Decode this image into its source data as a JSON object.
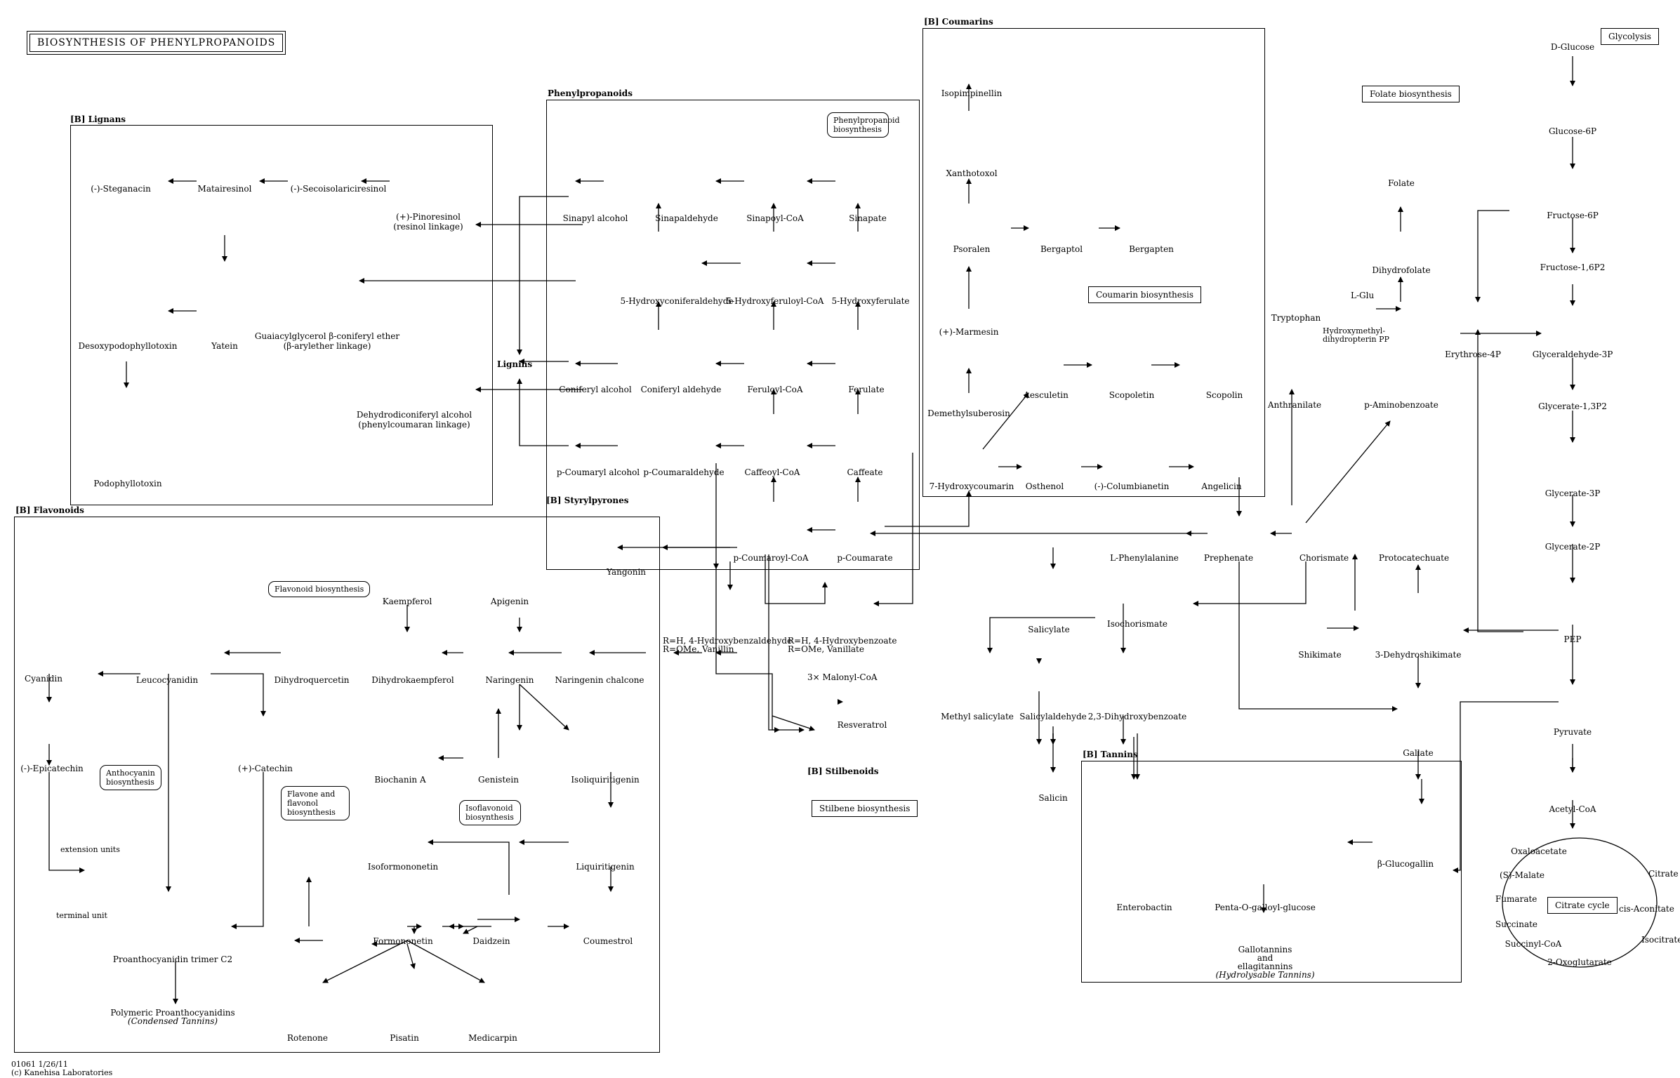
{
  "title": "BIOSYNTHESIS OF PHENYLPROPANOIDS",
  "footer": {
    "id": "01061 1/26/11",
    "credit": "(c) Kanehisa Laboratories"
  },
  "sections": {
    "lignans": "[B] Lignans",
    "phenylpropanoids": "Phenylpropanoids",
    "coumarins": "[B] Coumarins",
    "styrylpyrones": "[B] Styrylpyrones",
    "flavonoids": "[B] Flavonoids",
    "stilbenoids": "[B] Stilbenoids",
    "tannins": "[B] Tannins"
  },
  "maps": {
    "glycolysis": "Glycolysis",
    "folate": "Folate biosynthesis",
    "coumarin": "Coumarin biosynthesis",
    "phenylpropanoid": "Phenylpropanoid biosynthesis",
    "flavonoid": "Flavonoid biosynthesis",
    "anthocyanin": "Anthocyanin biosynthesis",
    "flavone": "Flavone and flavonol biosynthesis",
    "isoflavonoid": "Isoflavonoid biosynthesis",
    "stilbene": "Stilbene biosynthesis",
    "citrate": "Citrate cycle"
  },
  "compounds": {
    "steganacin": "(-)-Steganacin",
    "matairesinol": "Matairesinol",
    "secoisolariciresinol": "(-)-Secoisolariciresinol",
    "pinoresinol": "(+)-Pinoresinol",
    "pinoresinol_note": "(resinol linkage)",
    "desoxypodophyllotoxin": "Desoxypodophyllotoxin",
    "yatein": "Yatein",
    "guaiacylglycerol": "Guaiacylglycerol β-coniferyl ether",
    "guaiacylglycerol_note": "(β-arylether linkage)",
    "dehydrodiconiferyl": "Dehydrodiconiferyl alcohol",
    "dehydrodiconiferyl_note": "(phenylcoumaran linkage)",
    "podophyllotoxin": "Podophyllotoxin",
    "sinapyl_alcohol": "Sinapyl alcohol",
    "sinapaldehyde": "Sinapaldehyde",
    "sinapoyl_coa": "Sinapoyl-CoA",
    "sinapate": "Sinapate",
    "hydroxyconiferaldehyde": "5-Hydroxyconiferaldehyde",
    "hydroxyferuloyl_coa": "5-Hydroxyferuloyl-CoA",
    "hydroxyferulate": "5-Hydroxyferulate",
    "lignins": "Lignins",
    "coniferyl_alcohol": "Coniferyl alcohol",
    "coniferyl_aldehyde": "Coniferyl aldehyde",
    "feruloyl_coa": "Feruloyl-CoA",
    "ferulate": "Ferulate",
    "p_coumaryl_alcohol": "p-Coumaryl alcohol",
    "p_coumaraldehyde": "p-Coumaraldehyde",
    "caffeoyl_coa": "Caffeoyl-CoA",
    "caffeate": "Caffeate",
    "yangonin": "Yangonin",
    "p_coumaroyl_coa": "p-Coumaroyl-CoA",
    "p_coumarate": "p-Coumarate",
    "isopimpinellin": "Isopimpinellin",
    "xanthotoxol": "Xanthotoxol",
    "psoralen": "Psoralen",
    "bergaptol": "Bergaptol",
    "bergapten": "Bergapten",
    "marmesin": "(+)-Marmesin",
    "demethylsuberosin": "Demethylsuberosin",
    "aesculetin": "Aesculetin",
    "scopoletin": "Scopoletin",
    "scopolin": "Scopolin",
    "hydroxycoumarin": "7-Hydroxycoumarin",
    "osthenol": "Osthenol",
    "columbianetin": "(-)-Columbianetin",
    "angelicin": "Angelicin",
    "d_glucose": "D-Glucose",
    "glucose_6p": "Glucose-6P",
    "fructose_6p": "Fructose-6P",
    "fructose_16p2": "Fructose-1,6P2",
    "glyceraldehyde_3p": "Glyceraldehyde-3P",
    "glycerate_13p2": "Glycerate-1,3P2",
    "glycerate_3p": "Glycerate-3P",
    "glycerate_2p": "Glycerate-2P",
    "pep": "PEP",
    "pyruvate": "Pyruvate",
    "acetyl_coa": "Acetyl-CoA",
    "erythrose_4p": "Erythrose-4P",
    "folate": "Folate",
    "dihydrofolate": "Dihydrofolate",
    "l_glu": "L-Glu",
    "hydroxymethyl_pp": "Hydroxymethyl-dihydropterin PP",
    "p_aminobenzoate": "p-Aminobenzoate",
    "tryptophan": "Tryptophan",
    "anthranilate": "Anthranilate",
    "l_phenylalanine": "L-Phenylalanine",
    "prephenate": "Prephenate",
    "chorismate": "Chorismate",
    "protocatechuate": "Protocatechuate",
    "shikimate": "Shikimate",
    "dehydroshikimate": "3-Dehydroshikimate",
    "gallate": "Gallate",
    "salicylate": "Salicylate",
    "isochorismate": "Isochorismate",
    "methyl_salicylate": "Methyl salicylate",
    "salicylaldehyde": "Salicylaldehyde",
    "dihydroxybenzoate": "2,3-Dihydroxybenzoate",
    "salicin": "Salicin",
    "hydroxybenzaldehyde": "R=H, 4-Hydroxybenzaldehyde",
    "vanillin": "R=OMe, Vanillin",
    "hydroxybenzoate": "R=H, 4-Hydroxybenzoate",
    "vanillate": "R=OMe, Vanillate",
    "malonyl_coa": "3× Malonyl-CoA",
    "resveratrol": "Resveratrol",
    "kaempferol": "Kaempferol",
    "apigenin": "Apigenin",
    "cyanidin": "Cyanidin",
    "leucocyanidin": "Leucocyanidin",
    "dihydroquercetin": "Dihydroquercetin",
    "dihydrokaempferol": "Dihydrokaempferol",
    "naringenin": "Naringenin",
    "naringenin_chalcone": "Naringenin chalcone",
    "epicatechin": "(-)-Epicatechin",
    "catechin": "(+)-Catechin",
    "biochanin": "Biochanin A",
    "genistein": "Genistein",
    "isoliquiritigenin": "Isoliquiritigenin",
    "liquiritigenin": "Liquiritigenin",
    "isoformononetin": "Isoformononetin",
    "formononetin": "Formononetin",
    "daidzein": "Daidzein",
    "coumestrol": "Coumestrol",
    "rotenone": "Rotenone",
    "pisatin": "Pisatin",
    "medicarpin": "Medicarpin",
    "proanthocyanidin": "Proanthocyanidin trimer C2",
    "polymeric": "Polymeric Proanthocyanidins",
    "condensed": "(Condensed Tannins)",
    "extension": "extension units",
    "terminal": "terminal unit",
    "enterobactin": "Enterobactin",
    "pentagalloyl": "Penta-O-galloyl-glucose",
    "glucogallin": "β-Glucogallin",
    "gallotannins": "Gallotannins",
    "and": "and",
    "ellagitannins": "ellagitannins",
    "hydrolysable": "(Hydrolysable Tannins)",
    "oxaloacetate": "Oxaloacetate",
    "citrate": "Citrate",
    "s_malate": "(S)-Malate",
    "cis_aconitate": "cis-Aconitate",
    "fumarate": "Fumarate",
    "succinate": "Succinate",
    "isocitrate": "Isocitrate",
    "succinyl_coa": "Succinyl-CoA",
    "oxoglutarate": "2-Oxoglutarate"
  }
}
